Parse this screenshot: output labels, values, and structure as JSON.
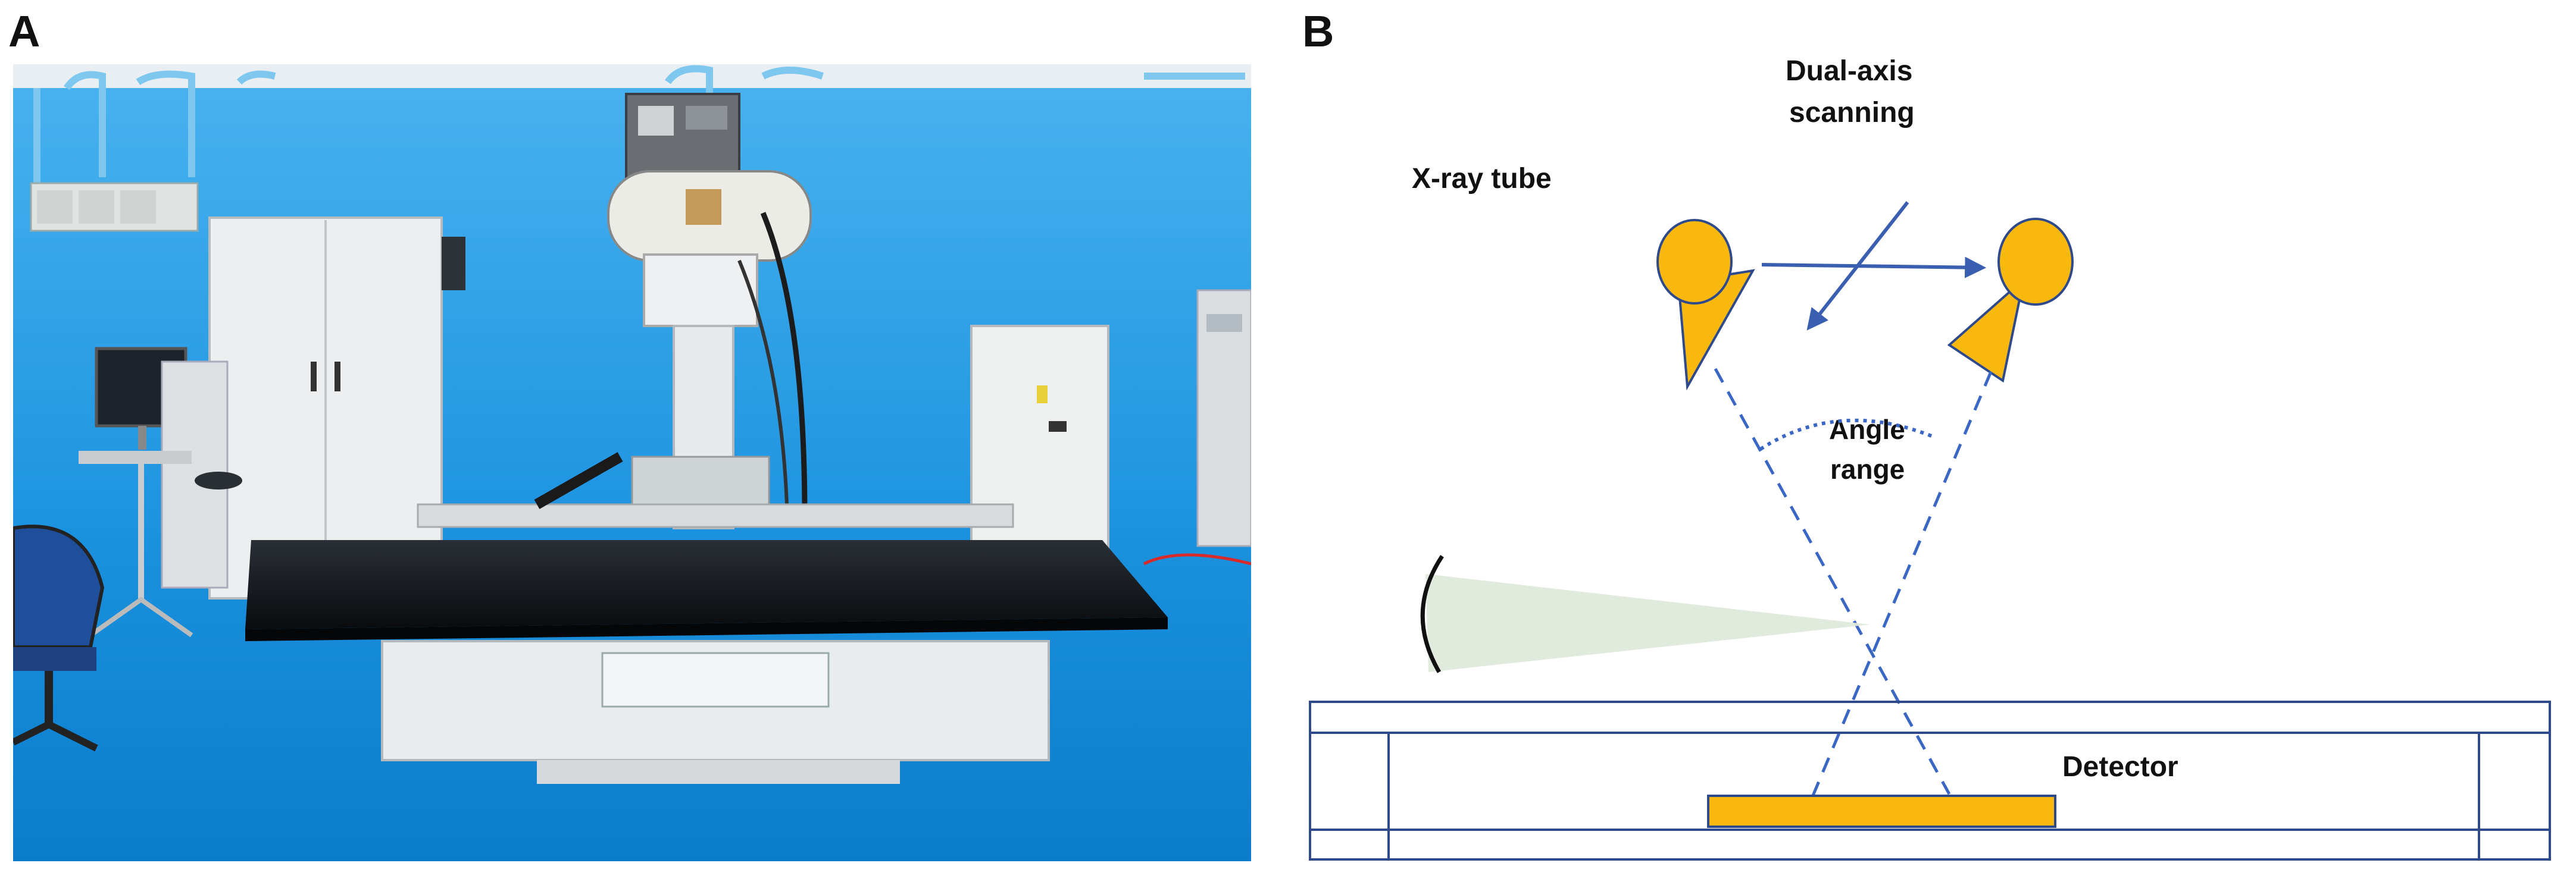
{
  "panels": {
    "a": {
      "letter": "A"
    },
    "b": {
      "letter": "B",
      "labels": {
        "scan_line1": "Dual-axis",
        "scan_line2": "scanning",
        "tube": "X-ray tube",
        "angle_line1": "Angle",
        "angle_line2": "range",
        "detector": "Detector"
      }
    }
  },
  "colors": {
    "tube_fill": "#f9b80e",
    "outline": "#2e4a8c",
    "arrow": "#3a5fb0",
    "dashed": "#3a66c4",
    "cone": "#dfeadb",
    "wall": "#2b9ee8",
    "floor": "#0a86da"
  }
}
